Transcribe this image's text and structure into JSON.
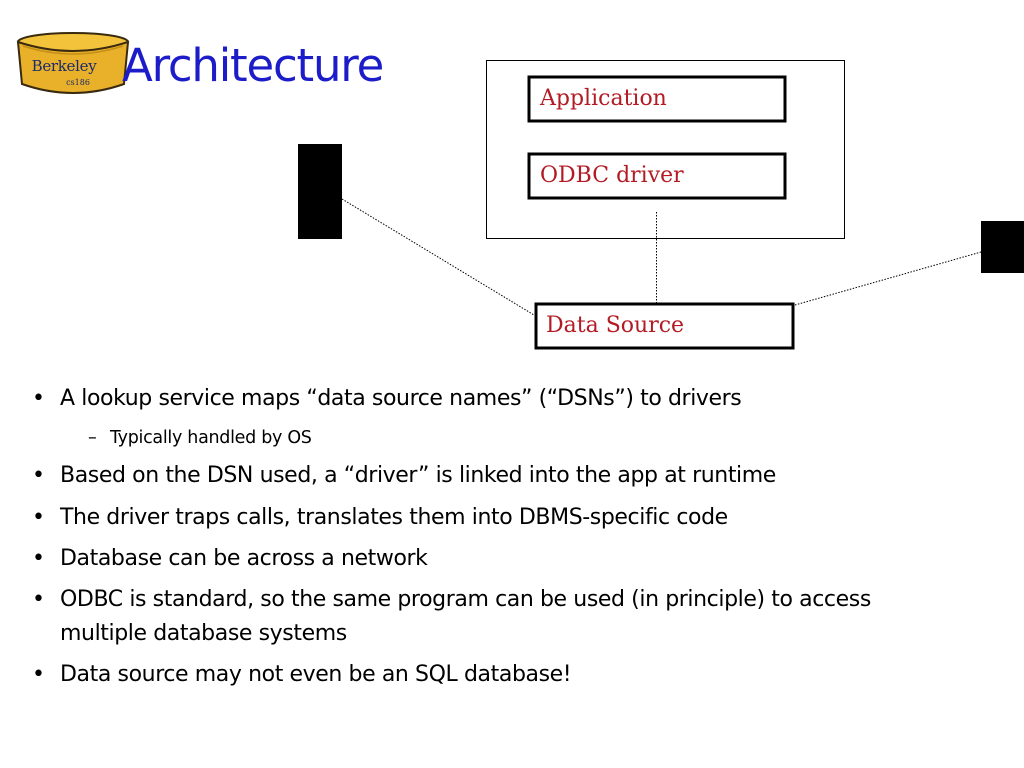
{
  "slide": {
    "title": "Architecture",
    "logo": {
      "text": "Berkeley",
      "subtext": "cs186"
    }
  },
  "diagram": {
    "application_label": "Application",
    "driver_label": "ODBC driver",
    "data_source_label": "Data Source",
    "colors": {
      "label": "#b31b24",
      "title": "#1c1cc8"
    }
  },
  "bullets": [
    {
      "text": "A lookup service maps “data source names” (“DSNs”) to drivers",
      "sub": [
        "Typically handled by OS"
      ]
    },
    {
      "text": "Based on the DSN used, a “driver” is linked into the app at runtime"
    },
    {
      "text": "The driver traps calls, translates them into DBMS-specific code"
    },
    {
      "text": "Database can be across a network"
    },
    {
      "text": "ODBC is standard, so the same program can be used (in principle) to access multiple database systems"
    },
    {
      "text": "Data source may not even be an SQL database!"
    }
  ],
  "bullet_symbol": "•",
  "sub_bullet_symbol": "–"
}
